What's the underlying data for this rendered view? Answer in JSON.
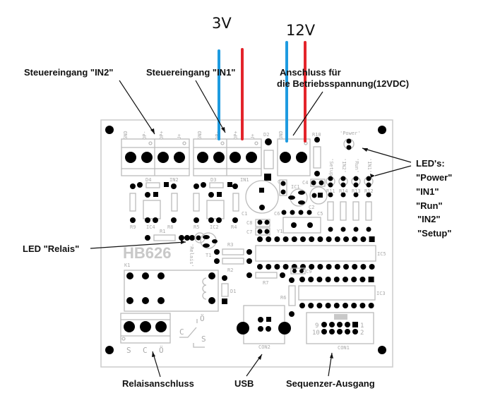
{
  "voltages": {
    "v3": "3V",
    "v12": "12V"
  },
  "wire_colors": {
    "negative": "#1e9be0",
    "positive": "#e3242b"
  },
  "labels": {
    "in2": "Steuereingang \"IN2\"",
    "in1": "Steuereingang \"IN1\"",
    "power_line1": "Anschluss für",
    "power_line2": "die Betriebsspannung(12VDC)",
    "leds_title": "LED's:",
    "leds": [
      "\"Power\"",
      "\"IN1\"",
      "\"Run\"",
      "\"IN2\"",
      "\"Setup\""
    ],
    "led_relais": "LED \"Relais\"",
    "relais": "Relaisanschluss",
    "usb": "USB",
    "sequencer": "Sequenzer-Ausgang"
  },
  "silkscreen": {
    "board_name": "HB626",
    "terminal_pins": [
      "GND",
      "OP-",
      "OP+",
      "U+"
    ],
    "in2": "IN2",
    "in1": "IN1",
    "d4": "D4",
    "d3": "D3",
    "d2": "D2",
    "d1": "D1",
    "r10": "R10",
    "r9": "R9",
    "r8": "R8",
    "r5": "R5",
    "r4": "R4",
    "r1": "R1",
    "r3": "R3",
    "r2": "R2",
    "r7": "R7",
    "r6": "R6",
    "r11": "R11",
    "r14": "R14",
    "r13": "R13",
    "r12": "R12",
    "ic4": "IC4",
    "ic2": "IC2",
    "ic1": "IC1",
    "ic5": "IC5",
    "ic3": "IC3",
    "c1": "C1",
    "c2": "C2",
    "c3": "C3",
    "c4": "C4",
    "c5": "C5",
    "c6": "C6",
    "c7": "C7",
    "c8": "C8",
    "c9": "C9",
    "y1": "Y1",
    "t1": "T1",
    "k1": "K1",
    "con1": "CON1",
    "con2": "CON2",
    "led_power": "'Power'",
    "led_setup": "'Setup'",
    "led_in2": "'IN2'",
    "led_run": "'Run'",
    "led_in1": "'IN1'",
    "led_relais": "'Relais'",
    "relay_pins": [
      "S",
      "C",
      "Ö"
    ],
    "con1_left": "9",
    "con1_left2": "10",
    "con1_right": "1",
    "con1_right2": "2"
  }
}
